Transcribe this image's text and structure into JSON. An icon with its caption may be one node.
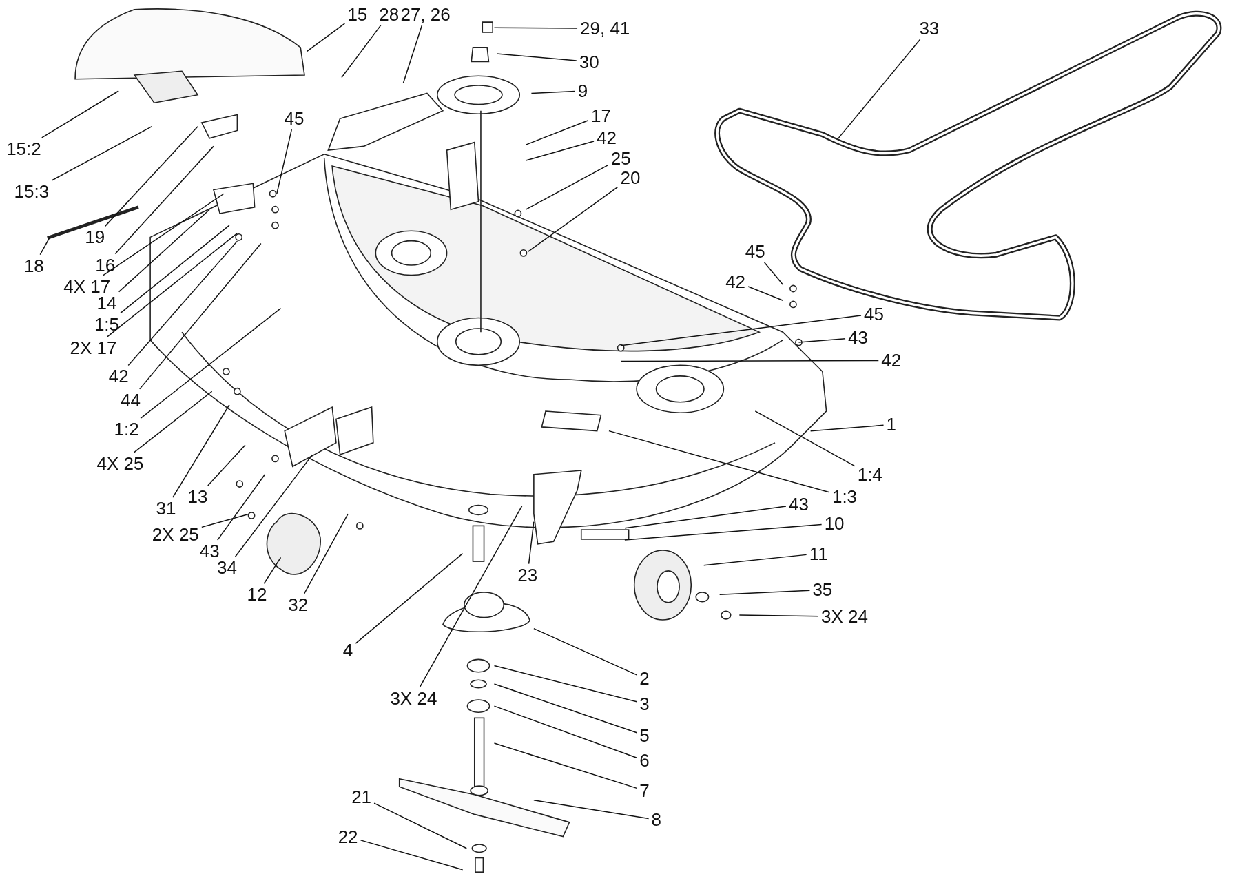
{
  "diagram": {
    "nodes": [
      {
        "text": [
          "15"
        ]
      },
      {
        "text": [
          "28"
        ]
      },
      {
        "text": [
          "27, 26"
        ]
      },
      {
        "text": [
          "29, 41"
        ]
      },
      {
        "text": [
          "30"
        ]
      },
      {
        "text": [
          "9"
        ]
      },
      {
        "text": [
          "17"
        ]
      },
      {
        "text": [
          "42"
        ]
      },
      {
        "text": [
          "25"
        ]
      },
      {
        "text": [
          "20"
        ]
      },
      {
        "text": [
          "33"
        ]
      },
      {
        "text": [
          "15:2"
        ]
      },
      {
        "text": [
          "15:3"
        ]
      },
      {
        "text": [
          "45"
        ]
      },
      {
        "text": [
          "18"
        ]
      },
      {
        "text": [
          "19"
        ]
      },
      {
        "text": [
          "16"
        ]
      },
      {
        "text": [
          "4X 17"
        ]
      },
      {
        "text": [
          "14"
        ]
      },
      {
        "text": [
          "1:5"
        ]
      },
      {
        "text": [
          "2X 17"
        ]
      },
      {
        "text": [
          "42"
        ]
      },
      {
        "text": [
          "44"
        ]
      },
      {
        "text": [
          "1:2"
        ]
      },
      {
        "text": [
          "4X 25"
        ]
      },
      {
        "text": [
          "31"
        ]
      },
      {
        "text": [
          "13"
        ]
      },
      {
        "text": [
          "2X 25"
        ]
      },
      {
        "text": [
          "43"
        ]
      },
      {
        "text": [
          "34"
        ]
      },
      {
        "text": [
          "12"
        ]
      },
      {
        "text": [
          "32"
        ]
      },
      {
        "text": [
          "4"
        ]
      },
      {
        "text": [
          "3X 24"
        ]
      },
      {
        "text": [
          "23"
        ]
      },
      {
        "text": [
          "2"
        ]
      },
      {
        "text": [
          "3"
        ]
      },
      {
        "text": [
          "5"
        ]
      },
      {
        "text": [
          "6"
        ]
      },
      {
        "text": [
          "7"
        ]
      },
      {
        "text": [
          "8"
        ]
      },
      {
        "text": [
          "21"
        ]
      },
      {
        "text": [
          "22"
        ]
      },
      {
        "text": [
          "45"
        ]
      },
      {
        "text": [
          "42"
        ]
      },
      {
        "text": [
          "45"
        ]
      },
      {
        "text": [
          "43"
        ]
      },
      {
        "text": [
          "42"
        ]
      },
      {
        "text": [
          "1"
        ]
      },
      {
        "text": [
          "1:4"
        ]
      },
      {
        "text": [
          "1:3"
        ]
      },
      {
        "text": [
          "43"
        ]
      },
      {
        "text": [
          "10"
        ]
      },
      {
        "text": [
          "11"
        ]
      },
      {
        "text": [
          "35"
        ]
      },
      {
        "text": [
          "3X 24"
        ]
      }
    ],
    "edges": [
      {
        "from": 0,
        "to": null,
        "arrow": "none"
      },
      {
        "from": 1,
        "to": null,
        "arrow": "none"
      },
      {
        "from": 2,
        "to": null,
        "arrow": "none"
      },
      {
        "from": 3,
        "to": null,
        "arrow": "none"
      },
      {
        "from": 4,
        "to": null,
        "arrow": "none"
      },
      {
        "from": 5,
        "to": null,
        "arrow": "none"
      },
      {
        "from": 6,
        "to": null,
        "arrow": "none"
      },
      {
        "from": 7,
        "to": null,
        "arrow": "none"
      },
      {
        "from": 8,
        "to": null,
        "arrow": "none"
      },
      {
        "from": 9,
        "to": null,
        "arrow": "none"
      },
      {
        "from": 10,
        "to": null,
        "arrow": "none"
      },
      {
        "from": 11,
        "to": null,
        "arrow": "none"
      },
      {
        "from": 12,
        "to": null,
        "arrow": "none"
      },
      {
        "from": 13,
        "to": null,
        "arrow": "none"
      },
      {
        "from": 14,
        "to": null,
        "arrow": "none"
      },
      {
        "from": 15,
        "to": null,
        "arrow": "none"
      },
      {
        "from": 16,
        "to": null,
        "arrow": "none"
      },
      {
        "from": 17,
        "to": null,
        "arrow": "none"
      },
      {
        "from": 18,
        "to": null,
        "arrow": "none"
      },
      {
        "from": 19,
        "to": null,
        "arrow": "none"
      },
      {
        "from": 20,
        "to": null,
        "arrow": "none"
      },
      {
        "from": 21,
        "to": null,
        "arrow": "none"
      },
      {
        "from": 22,
        "to": null,
        "arrow": "none"
      },
      {
        "from": 23,
        "to": null,
        "arrow": "none"
      },
      {
        "from": 24,
        "to": null,
        "arrow": "none"
      },
      {
        "from": 25,
        "to": null,
        "arrow": "none"
      },
      {
        "from": 26,
        "to": null,
        "arrow": "none"
      },
      {
        "from": 27,
        "to": null,
        "arrow": "none"
      },
      {
        "from": 28,
        "to": null,
        "arrow": "none"
      },
      {
        "from": 29,
        "to": null,
        "arrow": "none"
      },
      {
        "from": 30,
        "to": null,
        "arrow": "none"
      },
      {
        "from": 31,
        "to": null,
        "arrow": "none"
      },
      {
        "from": 32,
        "to": null,
        "arrow": "none"
      },
      {
        "from": 33,
        "to": null,
        "arrow": "none"
      },
      {
        "from": 34,
        "to": null,
        "arrow": "none"
      },
      {
        "from": 35,
        "to": null,
        "arrow": "none"
      },
      {
        "from": 36,
        "to": null,
        "arrow": "none"
      },
      {
        "from": 37,
        "to": null,
        "arrow": "none"
      },
      {
        "from": 38,
        "to": null,
        "arrow": "none"
      },
      {
        "from": 39,
        "to": null,
        "arrow": "none"
      },
      {
        "from": 40,
        "to": null,
        "arrow": "none"
      },
      {
        "from": 41,
        "to": null,
        "arrow": "none"
      },
      {
        "from": 42,
        "to": null,
        "arrow": "none"
      },
      {
        "from": 43,
        "to": null,
        "arrow": "none"
      },
      {
        "from": 44,
        "to": null,
        "arrow": "none"
      },
      {
        "from": 45,
        "to": null,
        "arrow": "none"
      },
      {
        "from": 46,
        "to": null,
        "arrow": "none"
      },
      {
        "from": 47,
        "to": null,
        "arrow": "none"
      },
      {
        "from": 48,
        "to": null,
        "arrow": "none"
      },
      {
        "from": 49,
        "to": null,
        "arrow": "none"
      },
      {
        "from": 50,
        "to": null,
        "arrow": "none"
      },
      {
        "from": 51,
        "to": null,
        "arrow": "none"
      },
      {
        "from": 52,
        "to": null,
        "arrow": "none"
      },
      {
        "from": 53,
        "to": null,
        "arrow": "none"
      },
      {
        "from": 54,
        "to": null,
        "arrow": "none"
      },
      {
        "from": 55,
        "to": null,
        "arrow": "none"
      }
    ]
  }
}
